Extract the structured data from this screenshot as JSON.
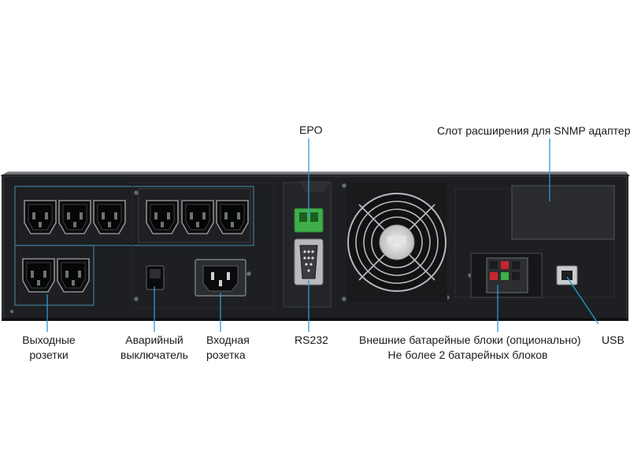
{
  "labels": {
    "epo": "EPO",
    "snmp_slot": "Слот расширения для SNMP адаптера",
    "output_sockets_line1": "Выходные",
    "output_sockets_line2": "розетки",
    "emergency_switch_line1": "Аварийный",
    "emergency_switch_line2": "выключатель",
    "input_socket_line1": "Входная",
    "input_socket_line2": "розетка",
    "rs232": "RS232",
    "ext_battery_line1": "Внешние батарейные блоки (опционально)",
    "ext_battery_line2": "Не более 2 батарейных блоков",
    "usb": "USB"
  },
  "colors": {
    "leader_line": "#2b9bd6",
    "panel": "#1d1f22",
    "terminal_green": "#3fae4a",
    "battery_red": "#c8262c"
  },
  "icons": {
    "fan": "fan-grille-icon",
    "db9": "db9-connector-icon",
    "usb": "usb-b-port-icon",
    "iec_socket": "iec-c13-socket-icon",
    "iec_inlet": "iec-c14-inlet-icon"
  }
}
